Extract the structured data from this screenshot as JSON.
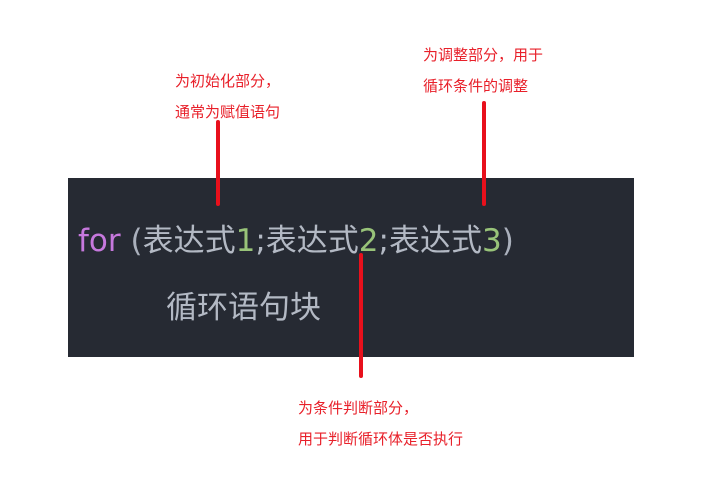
{
  "annotations": {
    "init": {
      "lines": [
        "为初始化部分，",
        "通常为赋值语句"
      ]
    },
    "update": {
      "lines": [
        "为调整部分，用于",
        "循环条件的调整"
      ]
    },
    "condition": {
      "lines": [
        "为条件判断部分，",
        "用于判断循环体是否执行"
      ]
    }
  },
  "code": {
    "keyword": "for",
    "open_paren": " (",
    "expr_label": "表达式",
    "expr1_num": "1",
    "expr2_num": "2",
    "expr3_num": "3",
    "separator": ";",
    "close_paren": ")",
    "body": "循环语句块"
  },
  "colors": {
    "annotation_text": "#e8202a",
    "pointer_line": "#e8101c",
    "code_background": "#262a33",
    "keyword": "#c678dd",
    "number": "#98c379",
    "code_text": "#b3b9c4"
  }
}
